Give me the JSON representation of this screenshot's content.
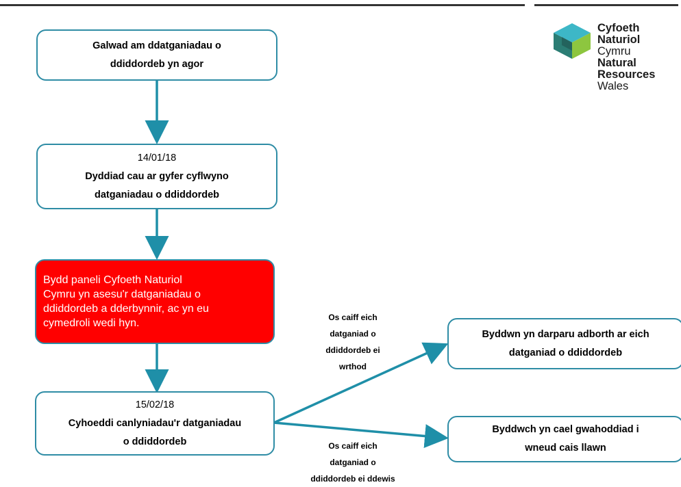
{
  "boxes": {
    "b1": {
      "line1": "Galwad am ddatganiadau o",
      "line2": "ddiddordeb yn agor"
    },
    "b2": {
      "date": "14/01/18",
      "line1": "Dyddiad cau ar gyfer cyflwyno",
      "line2": "datganiadau o ddiddordeb"
    },
    "b3": {
      "lines": [
        "Bydd paneli Cyfoeth Naturiol",
        "Cymru yn asesu'r datganiadau o",
        "ddiddordeb a dderbynnir, ac yn eu",
        "cymedroli wedi hyn."
      ]
    },
    "b4": {
      "date": "15/02/18",
      "line1": "Cyhoeddi canlyniadau'r datganiadau",
      "line2": "o ddiddordeb"
    },
    "b5": {
      "line1": "Byddwn yn darparu adborth ar eich",
      "line2": "datganiad o ddiddordeb"
    },
    "b6": {
      "line1": "Byddwch yn cael gwahoddiad i",
      "line2": "wneud cais llawn"
    }
  },
  "edges": {
    "rejected": [
      "Os caiff eich",
      "datganiad o",
      "ddiddordeb ei",
      "wrthod"
    ],
    "accepted": [
      "Os caiff eich",
      "datganiad o",
      "ddiddordeb ei ddewis"
    ]
  },
  "logo": {
    "welsh1": "Cyfoeth",
    "welsh2": "Naturiol",
    "welsh3": "Cymru",
    "eng1": "Natural",
    "eng2": "Resources",
    "eng3": "Wales"
  },
  "colors": {
    "arrow": "#1f8fa8",
    "box_border": "#2e8ca5",
    "highlight": "#ff0000"
  }
}
